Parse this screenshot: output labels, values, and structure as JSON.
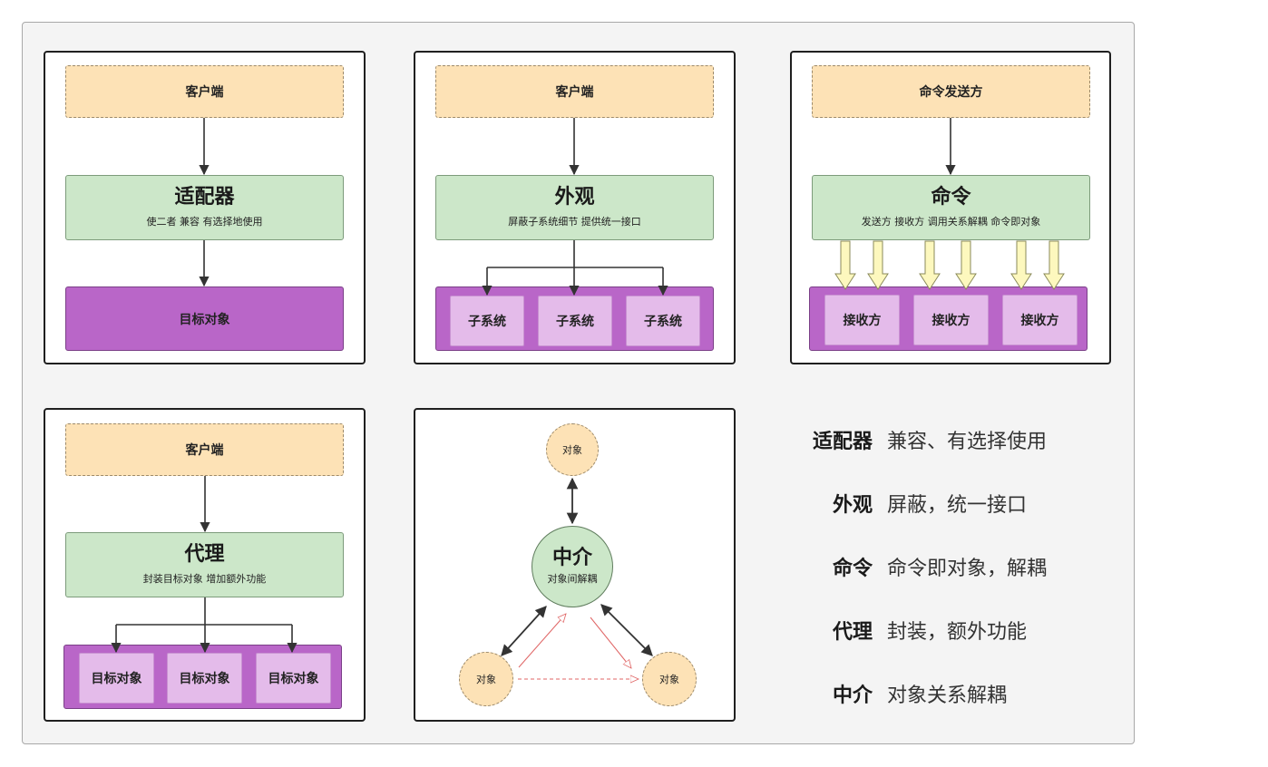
{
  "adapter": {
    "client": "客户端",
    "title": "适配器",
    "subtitle": "使二者 兼容    有选择地使用",
    "target": "目标对象"
  },
  "facade": {
    "client": "客户端",
    "title": "外观",
    "subtitle": "屏蔽子系统细节     提供统一接口",
    "subsystems": [
      "子系统",
      "子系统",
      "子系统"
    ]
  },
  "command": {
    "sender": "命令发送方",
    "title": "命令",
    "subtitle": "发送方  接收方  调用关系解耦    命令即对象",
    "receivers": [
      "接收方",
      "接收方",
      "接收方"
    ]
  },
  "proxy": {
    "client": "客户端",
    "title": "代理",
    "subtitle": "封装目标对象    增加额外功能",
    "targets": [
      "目标对象",
      "目标对象",
      "目标对象"
    ]
  },
  "mediator": {
    "title": "中介",
    "subtitle": "对象间解耦",
    "objects": [
      "对象",
      "对象",
      "对象"
    ]
  },
  "legend": [
    {
      "key": "适配器",
      "value": "兼容、有选择使用"
    },
    {
      "key": "外观",
      "value": "屏蔽，统一接口"
    },
    {
      "key": "命令",
      "value": "命令即对象，解耦"
    },
    {
      "key": "代理",
      "value": "封装，额外功能"
    },
    {
      "key": "中介",
      "value": "对象关系解耦"
    }
  ]
}
